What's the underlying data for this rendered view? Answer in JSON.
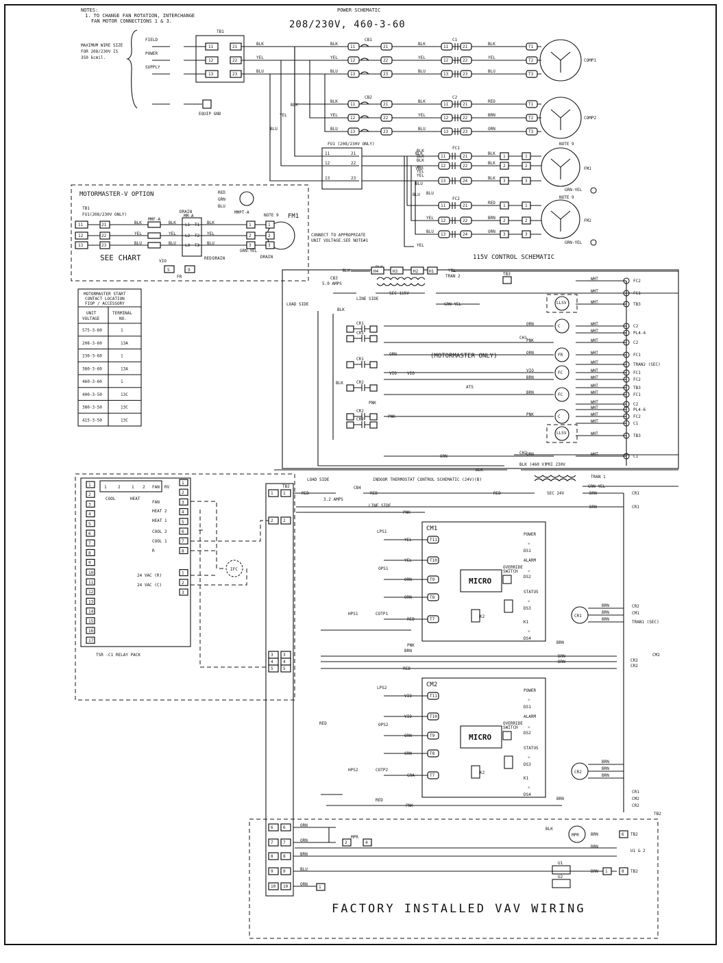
{
  "notes": {
    "heading": "NOTES:",
    "line1": "1. TO CHANGE FAN ROTATION, INTERCHANGE",
    "line2": "FAN MOTOR CONNECTIONS 1 & 3."
  },
  "power": {
    "heading": "POWER SCHEMATIC",
    "voltage": "208/230V, 460-3-60"
  },
  "wire_size": {
    "l1": "MAXIMUM WIRE SIZE",
    "l2": "FOR 208/230V IS",
    "l3": "350 kcmil."
  },
  "supply": {
    "field": "FIELD",
    "power": "POWER",
    "supply": "SUPPLY",
    "equip_gnd": "EQUIP GND",
    "tb1": "TB1"
  },
  "wires": {
    "blk": "BLK",
    "yel": "YEL",
    "blu": "BLU",
    "red": "RED",
    "brn": "BRN",
    "orn": "ORN",
    "pnk": "PNK",
    "wht": "WHT",
    "vio": "VIO",
    "gra": "GRA",
    "grn": "GRN",
    "grnyel": "GRN-YEL"
  },
  "components": {
    "cb1": "CB1",
    "cb2": "CB2",
    "c1": "C1",
    "c2": "C2",
    "comp1": "COMP1",
    "comp2": "COMP2",
    "fu1": "FU1 (208/230V ONLY)",
    "fc1": "FC1",
    "fc2": "FC2",
    "fm1": "FM1",
    "fm2": "FM2",
    "note9": "NOTE 9",
    "fm1_big": "FM1"
  },
  "motormaster": {
    "title": "MOTORMASTER-V OPTION",
    "tb1": "TB1",
    "fu1": "FU1(208/230V ONLY)",
    "mmf": "MMF-A",
    "mma": "MM-A",
    "mmpt": "MMPT-A",
    "see_chart": "SEE CHART",
    "drain": "DRAIN",
    "fr": "FR",
    "vio": "VIO"
  },
  "connect_note": {
    "l1": "CONNECT TO APPROPRIATE",
    "l2": "UNIT VOLTAGE.SEE NOTE#1"
  },
  "control115": {
    "title": "115V CONTROL SCHEMATIC",
    "tran2": "TRAN 2",
    "cb3": "CB3",
    "amps": "5.0 AMPS",
    "load_side": "LOAD SIDE",
    "line_side": "LINE SIDE",
    "sec": "SEC 115V",
    "tb3": "TB3",
    "mm_only": "(MOTORMASTER ONLY)",
    "ats": "ATS",
    "ch1": "CH1",
    "ch2": "CH2",
    "llsv1": "LLSV",
    "llsv2": "LLSV",
    "blk_line": "BLK (460 V)",
    "pri": "PRI 230V",
    "tran1": "TRAN 1"
  },
  "right_labels": [
    "FC2",
    "FC1",
    "TB3",
    "C2",
    "PL4-4",
    "C2",
    "FC1",
    "TRAN2 (SEC)",
    "FC1",
    "FC2",
    "TB3",
    "FC1",
    "C2",
    "PL4-6",
    "FC2",
    "C1",
    "TB3",
    "C1"
  ],
  "mm_table": {
    "title": [
      "MOTORMASTER START",
      "CONTACT LOCATION",
      "FIOP / ACCESSORY"
    ],
    "col1": [
      "UNIT",
      "VOLTAGE"
    ],
    "col2": [
      "TERMINAL",
      "NO."
    ],
    "rows": [
      [
        "575-3-60",
        "1"
      ],
      [
        "208-3-60",
        "13A"
      ],
      [
        "230-3-60",
        "1"
      ],
      [
        "380-3-60",
        "13A"
      ],
      [
        "460-3-60",
        "1"
      ],
      [
        "400-3-50",
        "13C"
      ],
      [
        "380-3-50",
        "13C"
      ],
      [
        "415-3-50",
        "13C"
      ]
    ]
  },
  "thermostat": {
    "title": "INDOOR THERMOSTAT CONTROL SCHEMATIC (24V)(B)",
    "load_side": "LOAD SIDE",
    "line_side": "LINE SIDE",
    "cb4": "CB4",
    "amps": "3.2 AMPS",
    "tb2": "TB2",
    "sec24": "SEC 24V",
    "ifc": "IFC"
  },
  "relay_pack": {
    "name": "TSR -C1 RELAY PACK",
    "cool": "COOL",
    "heat": "HEAT",
    "fan": "FAN",
    "rv": "RV",
    "h1": "1",
    "h2": "2",
    "labels": [
      "FAN",
      "HEAT 2",
      "HEAT 1",
      "COOL 2",
      "COOL 1",
      "R",
      "24 VAC (R)",
      "24 VAC (C)"
    ]
  },
  "cm1": {
    "title": "CM1",
    "micro": "MICRO",
    "override": "OVERRIDE SWITCH",
    "power": "POWER",
    "ds1": "DS1",
    "alarm": "ALARM",
    "ds2": "DS2",
    "status": "STATUS",
    "ds3": "DS3",
    "k1": "K1",
    "ds4": "DS4",
    "k2": "K2",
    "lps": "LPS1",
    "ops": "OPS1",
    "hps": "HPS1",
    "cotp": "COTP1",
    "cr": "CR1"
  },
  "cm2": {
    "title": "CM2",
    "micro": "MICRO",
    "override": "OVERRIDE SWITCH",
    "power": "POWER",
    "ds1": "DS1",
    "alarm": "ALARM",
    "ds2": "DS2",
    "status": "STATUS",
    "ds3": "DS3",
    "k1": "K1",
    "ds4": "DS4",
    "k2": "K2",
    "lps": "LPS2",
    "ops": "OPS2",
    "hps": "HPS2",
    "cotp": "COTP2",
    "cr": "CR2"
  },
  "cm_right": {
    "cr2": "CR2",
    "cm1": "CM1",
    "tran1sec": "TRAN1 (SEC)",
    "cm2": "CM2",
    "cr1": "CR1"
  },
  "vav": {
    "title": "FACTORY INSTALLED VAV WIRING",
    "mpr": "MPR",
    "u1": "U1",
    "u2": "U2",
    "u12": "U1 & 2",
    "tb2": "TB2"
  }
}
